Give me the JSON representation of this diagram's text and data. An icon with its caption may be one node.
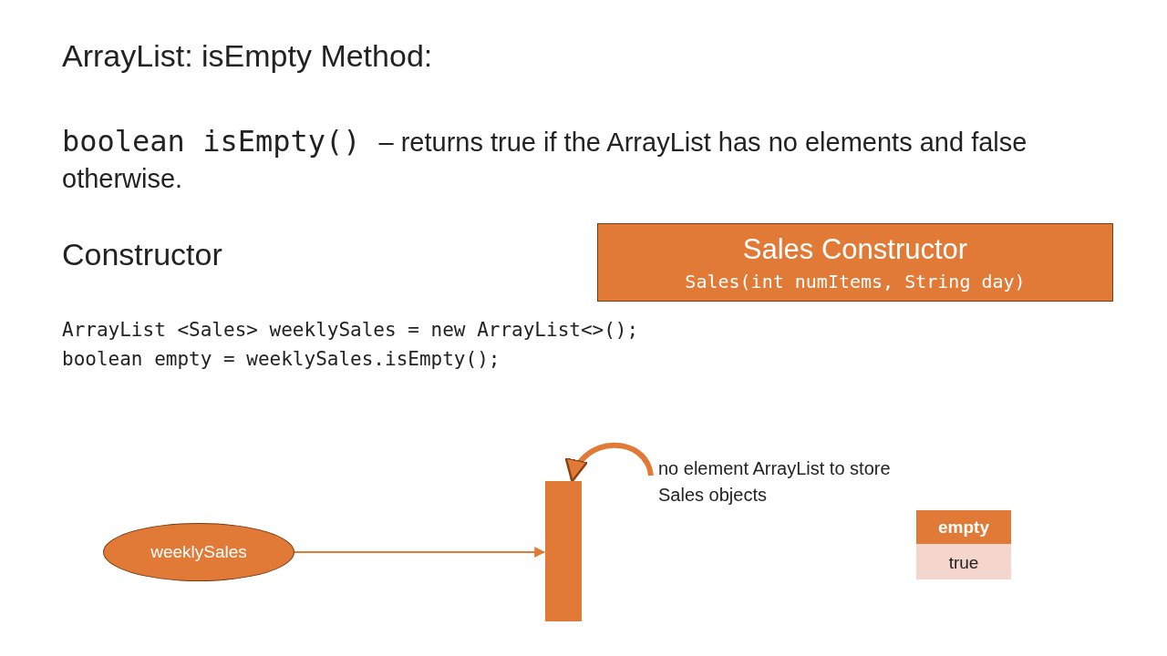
{
  "diagram": {
    "title": "ArrayList: isEmpty Method:",
    "nodes": [
      {
        "text": [
          "Sales Constructor",
          "Sales(int numItems, String day)"
        ]
      },
      {
        "text": [
          "weeklySales"
        ]
      },
      {
        "text": [],
        "shape": "bar"
      },
      {
        "text": [
          "no element ArrayList to store Sales objects"
        ]
      },
      {
        "text": [
          "empty",
          "true"
        ]
      }
    ],
    "edges": [
      {
        "from": 1,
        "to": 2,
        "arrow": "to"
      },
      {
        "from": 3,
        "to": 2,
        "arrow": "to",
        "style": "thick"
      }
    ],
    "labels": [
      "boolean isEmpty()",
      "– returns true if the ArrayList has no elements and false otherwise.",
      "Constructor",
      "ArrayList <Sales> weeklySales = new ArrayList<>();",
      "boolean empty = weeklySales.isEmpty();"
    ]
  }
}
